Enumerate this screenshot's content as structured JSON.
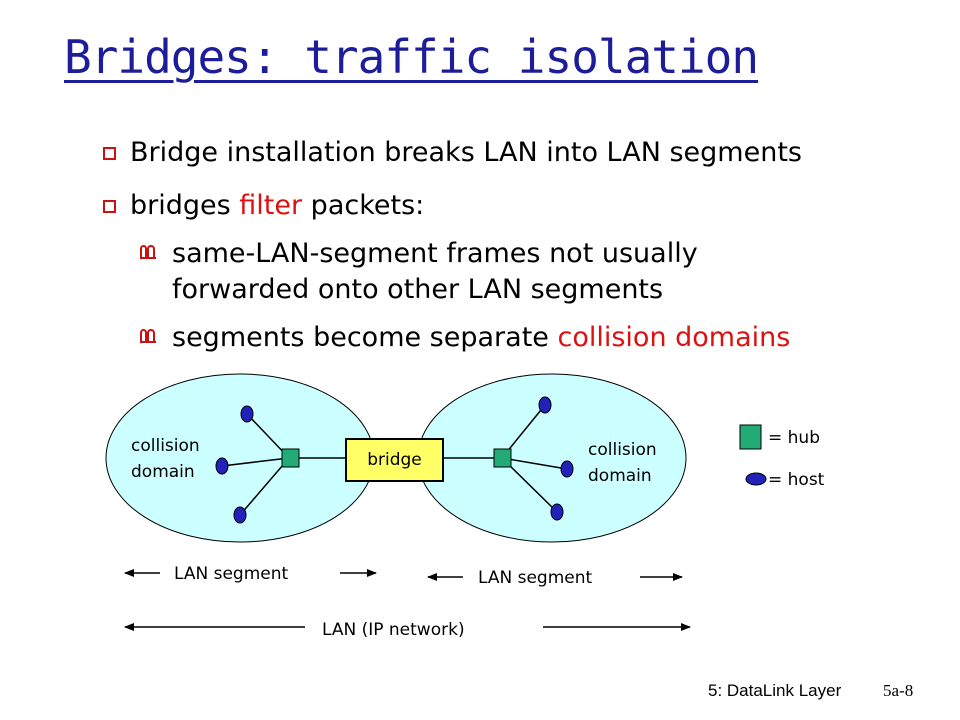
{
  "title": "Bridges: traffic isolation",
  "bullets": [
    {
      "text": "Bridge installation breaks LAN into LAN segments"
    },
    {
      "before": "bridges ",
      "highlight": "filter",
      "after": " packets:"
    }
  ],
  "sub_bullets": [
    {
      "line1": "same-LAN-segment frames not usually",
      "line2": "forwarded onto other LAN segments"
    },
    {
      "before": "segments become separate ",
      "highlight": "collision  domains"
    }
  ],
  "diagram": {
    "left_domain": {
      "line1": "collision",
      "line2": "domain"
    },
    "right_domain": {
      "line1": "collision",
      "line2": "domain"
    },
    "bridge_label": "bridge",
    "legend": {
      "hub": "= hub",
      "host": "= host"
    },
    "segment_left": "LAN segment",
    "segment_right": "LAN segment",
    "lan_label": "LAN (IP network)",
    "colors": {
      "domain_fill": "#ccffff",
      "hub_fill": "#22aa77",
      "host_fill": "#2222bb",
      "bridge_fill": "#ffff66",
      "accent": "#dd1111",
      "title": "#1d1d99"
    }
  },
  "footer": {
    "chapter": "5: DataLink Layer",
    "page": "5a-8"
  }
}
